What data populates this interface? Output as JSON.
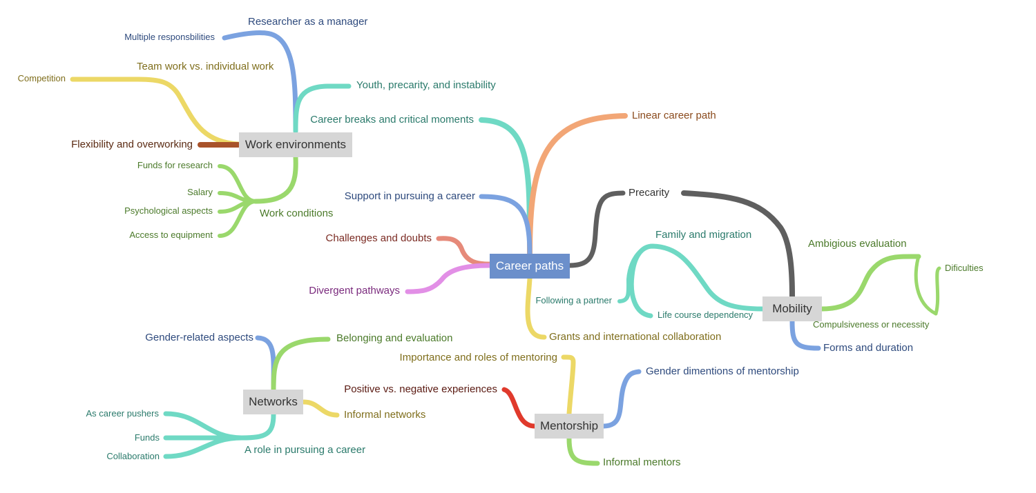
{
  "colors": {
    "blue": "#7ba2e0",
    "teal": "#6fd9c4",
    "yellow": "#ecd866",
    "green": "#9ad86c",
    "orange": "#f2a676",
    "rust": "#a8522a",
    "dark": "#5f5f5f",
    "salmon": "#e68a7a",
    "violet": "#e28fe6",
    "red": "#e03a2c",
    "node_grey": "#d6d6d6",
    "node_blue": "#6b8fcb"
  },
  "center": {
    "label": "Career paths"
  },
  "topics": {
    "work_env": "Work environments",
    "mobility": "Mobility",
    "networks": "Networks",
    "mentorship": "Mentorship"
  },
  "labels": {
    "researcher_manager": "Researcher as a manager",
    "multiple_resp": "Multiple responsbilities",
    "team_work": "Team work vs. individual work",
    "competition": "Competition",
    "youth": "Youth, precarity, and instability",
    "flexibility": "Flexibility and overworking",
    "work_conditions": "Work conditions",
    "funds_research": "Funds for research",
    "salary": "Salary",
    "psych": "Psychological aspects",
    "equipment": "Access to equipment",
    "career_breaks": "Career breaks and critical moments",
    "linear": "Linear career path",
    "support": "Support in pursuing a career",
    "challenges": "Challenges and doubts",
    "divergent": "Divergent pathways",
    "grants": "Grants and international collaboration",
    "precarity": "Precarity",
    "family_migration": "Family and migration",
    "following_partner": "Following a partner",
    "life_course": "Life course dependency",
    "ambigious": "Ambigious evaluation",
    "dificulties": "Dificulties",
    "compulsiveness": "Compulsiveness or necessity",
    "forms_duration": "Forms and duration",
    "gender_aspects": "Gender-related aspects",
    "belonging": "Belonging and evaluation",
    "informal_networks": "Informal networks",
    "role_pursuing": "A role in pursuing a career",
    "career_pushers": "As career pushers",
    "funds": "Funds",
    "collaboration": "Collaboration",
    "importance_mentoring": "Importance and roles of mentoring",
    "positive_negative": "Positive vs. negative experiences",
    "gender_mentorship": "Gender dimentions of mentorship",
    "informal_mentors": "Informal mentors"
  }
}
